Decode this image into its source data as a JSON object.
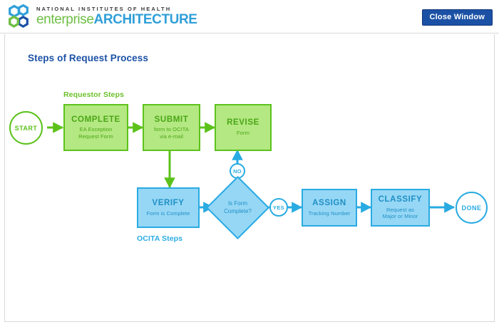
{
  "header": {
    "logo_top_line": "NATIONAL INSTITUTES OF HEALTH",
    "logo_word_1": "enterprise",
    "logo_word_2": "ARCHITECTURE",
    "close_button": "Close Window",
    "logo_icon_name": "nih-hexagon-molecule-logo"
  },
  "page_title": "Steps of Request Process",
  "colors": {
    "green_fill": "#b4e882",
    "green_stroke": "#5cc21b",
    "green_text": "#4aa617",
    "blue_fill": "#96d7f6",
    "blue_stroke": "#29abe2",
    "blue_text": "#1f8fc4",
    "title_blue": "#1b51a5",
    "button_blue": "#1b51a5"
  },
  "chart_data": {
    "type": "flowchart",
    "title": "Steps of Request Process",
    "lanes": [
      {
        "label": "Requestor Steps",
        "color": "#6ac02a"
      },
      {
        "label": "OCITA Steps",
        "color": "#29abe2"
      }
    ],
    "nodes": [
      {
        "id": "start",
        "shape": "circle",
        "title": "START",
        "subtitle": "",
        "color": "green"
      },
      {
        "id": "complete",
        "shape": "rect",
        "title": "COMPLETE",
        "subtitle": "EA Exception\nRequest Form",
        "color": "green"
      },
      {
        "id": "submit",
        "shape": "rect",
        "title": "SUBMIT",
        "subtitle": "form to OCITA\nvia e-mail",
        "color": "green"
      },
      {
        "id": "revise",
        "shape": "rect",
        "title": "REVISE",
        "subtitle": "Form",
        "color": "green"
      },
      {
        "id": "verify",
        "shape": "rect",
        "title": "VERIFY",
        "subtitle": "Form is Complete",
        "color": "blue"
      },
      {
        "id": "decision",
        "shape": "diamond",
        "title": "Is Form\nComplete?",
        "subtitle": "",
        "color": "blue"
      },
      {
        "id": "no",
        "shape": "circle",
        "title": "NO",
        "subtitle": "",
        "color": "blue"
      },
      {
        "id": "yes",
        "shape": "circle",
        "title": "YES",
        "subtitle": "",
        "color": "blue"
      },
      {
        "id": "assign",
        "shape": "rect",
        "title": "ASSIGN",
        "subtitle": "Tracking Number",
        "color": "blue"
      },
      {
        "id": "classify",
        "shape": "rect",
        "title": "CLASSIFY",
        "subtitle": "Request as\nMajor or Minor",
        "color": "blue"
      },
      {
        "id": "done",
        "shape": "circle",
        "title": "DONE",
        "subtitle": "",
        "color": "blue"
      }
    ],
    "edges": [
      {
        "from": "start",
        "to": "complete",
        "color": "green"
      },
      {
        "from": "complete",
        "to": "submit",
        "color": "green"
      },
      {
        "from": "submit",
        "to": "revise",
        "color": "green"
      },
      {
        "from": "submit",
        "to": "verify",
        "color": "green"
      },
      {
        "from": "verify",
        "to": "decision",
        "color": "blue"
      },
      {
        "from": "decision",
        "to": "no",
        "color": "blue"
      },
      {
        "from": "no",
        "to": "revise",
        "color": "blue"
      },
      {
        "from": "decision",
        "to": "yes",
        "color": "blue"
      },
      {
        "from": "yes",
        "to": "assign",
        "color": "blue"
      },
      {
        "from": "assign",
        "to": "classify",
        "color": "blue"
      },
      {
        "from": "classify",
        "to": "done",
        "color": "blue"
      }
    ]
  },
  "nodes": {
    "start": {
      "title": "START"
    },
    "complete": {
      "title": "COMPLETE",
      "sub1": "EA Exception",
      "sub2": "Request Form"
    },
    "submit": {
      "title": "SUBMIT",
      "sub1": "form to OCITA",
      "sub2": "via e-mail"
    },
    "revise": {
      "title": "REVISE",
      "sub1": "Form",
      "sub2": ""
    },
    "verify": {
      "title": "VERIFY",
      "sub1": "Form is Complete",
      "sub2": ""
    },
    "decision": {
      "line1": "Is Form",
      "line2": "Complete?"
    },
    "no": {
      "title": "NO"
    },
    "yes": {
      "title": "YES"
    },
    "assign": {
      "title": "ASSIGN",
      "sub1": "Tracking Number",
      "sub2": ""
    },
    "classify": {
      "title": "CLASSIFY",
      "sub1": "Request as",
      "sub2": "Major or Minor"
    },
    "done": {
      "title": "DONE"
    }
  },
  "labels": {
    "requestor_steps": "Requestor Steps",
    "ocita_steps": "OCITA Steps"
  }
}
